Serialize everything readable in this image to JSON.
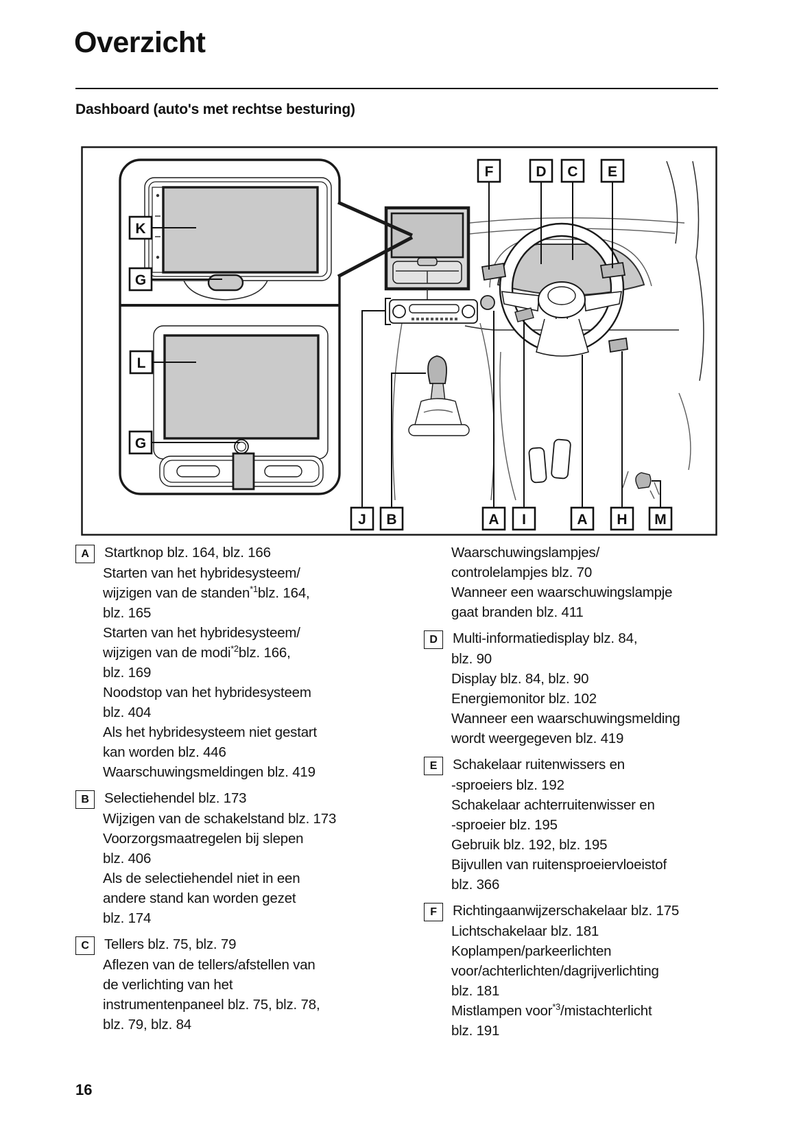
{
  "page": {
    "title": "Overzicht",
    "subtitle": "Dashboard (auto's met rechtse besturing)",
    "page_number": "16"
  },
  "diagram": {
    "callouts": [
      {
        "letter": "K"
      },
      {
        "letter": "G"
      },
      {
        "letter": "L"
      },
      {
        "letter": "G"
      },
      {
        "letter": "F"
      },
      {
        "letter": "D"
      },
      {
        "letter": "C"
      },
      {
        "letter": "E"
      },
      {
        "letter": "J"
      },
      {
        "letter": "B"
      },
      {
        "letter": "A"
      },
      {
        "letter": "I"
      },
      {
        "letter": "A"
      },
      {
        "letter": "H"
      },
      {
        "letter": "M"
      }
    ]
  },
  "sections_left": [
    {
      "label": "A",
      "title": "Startknop blz. 164, blz. 166",
      "lines": [
        "Starten van het hybridesysteem/",
        "wijzigen van de standen*1blz. 164,",
        "blz. 165",
        "Starten van het hybridesysteem/",
        "wijzigen van de modi*2blz. 166,",
        "blz. 169",
        "Noodstop van het hybridesysteem",
        "blz. 404",
        "Als het hybridesysteem niet gestart",
        "kan worden blz. 446",
        "Waarschuwingsmeldingen blz. 419"
      ]
    },
    {
      "label": "B",
      "title": "Selectiehendel blz. 173",
      "lines": [
        "Wijzigen van de schakelstand blz. 173",
        "Voorzorgsmaatregelen bij slepen",
        "blz. 406",
        "Als de selectiehendel niet in een",
        "andere stand kan worden gezet",
        "blz. 174"
      ]
    },
    {
      "label": "C",
      "title": "Tellers blz. 75, blz. 79",
      "lines": [
        "Aflezen van de tellers/afstellen van",
        "de verlichting van het",
        "instrumentenpaneel blz. 75, blz. 78,",
        "blz. 79, blz. 84"
      ]
    }
  ],
  "sections_right": [
    {
      "label": "",
      "title": "",
      "lines": [
        "Waarschuwingslampjes/",
        "controlelampjes blz. 70",
        "Wanneer een waarschuwingslampje",
        "gaat branden blz. 411"
      ]
    },
    {
      "label": "D",
      "title": "Multi-informatiedisplay blz. 84,",
      "lines": [
        "blz. 90",
        "Display blz. 84, blz. 90",
        "Energiemonitor blz. 102",
        "Wanneer een waarschuwingsmelding",
        "wordt weergegeven blz. 419"
      ]
    },
    {
      "label": "E",
      "title": "Schakelaar ruitenwissers en",
      "lines": [
        "-sproeiers blz. 192",
        "Schakelaar achterruitenwisser en",
        "-sproeier blz. 195",
        "Gebruik blz. 192, blz. 195",
        "Bijvullen van ruitensproeiervloeistof",
        "blz. 366"
      ]
    },
    {
      "label": "F",
      "title": "Richtingaanwijzerschakelaar blz. 175",
      "lines": [
        "Lichtschakelaar blz. 181",
        "Koplampen/parkeerlichten",
        "voor/achterlichten/dagrijverlichting",
        "blz. 181",
        "Mistlampen voor*3/mistachterlicht",
        "blz. 191"
      ]
    }
  ]
}
